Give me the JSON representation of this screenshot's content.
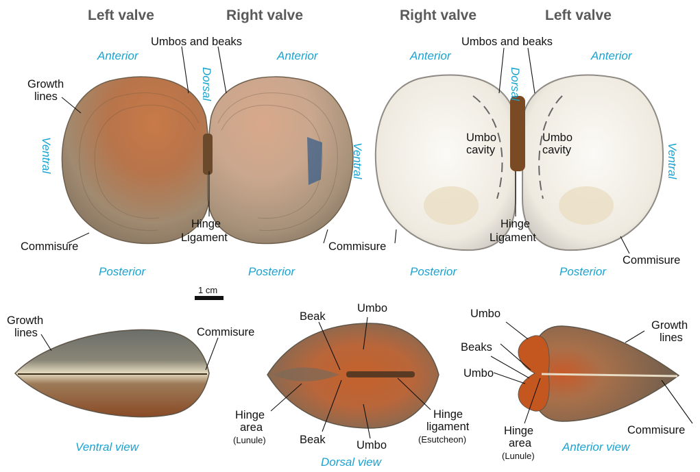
{
  "headers": {
    "left_valve_1": "Left valve",
    "right_valve_1": "Right valve",
    "right_valve_2": "Right valve",
    "left_valve_2": "Left valve"
  },
  "orientation": {
    "anterior": "Anterior",
    "posterior": "Posterior",
    "dorsal": "Dorsal",
    "ventral": "Ventral"
  },
  "labels": {
    "umbos_and_beaks": "Umbos and beaks",
    "growth_lines_1": "Growth",
    "growth_lines_2": "lines",
    "commisure": "Commisure",
    "hinge": "Hinge",
    "ligament": "Ligament",
    "umbo_cavity_1": "Umbo",
    "umbo_cavity_2": "cavity",
    "umbo": "Umbo",
    "beak": "Beak",
    "beaks": "Beaks",
    "hinge_area_1": "Hinge",
    "hinge_area_2": "area",
    "lunule": "(Lunule)",
    "hinge_ligament_1": "Hinge",
    "hinge_ligament_2": "ligament",
    "esutcheon": "(Esutcheon)"
  },
  "scale_bar": "1 cm",
  "views": {
    "ventral": "Ventral view",
    "dorsal": "Dorsal view",
    "anterior": "Anterior view"
  },
  "colors": {
    "orientation_text": "#1aa3d1",
    "header_text": "#5a5a5a",
    "shell_outer": "#9a8468",
    "shell_orange": "#b86a3a",
    "shell_inner": "#f4f1ea"
  }
}
